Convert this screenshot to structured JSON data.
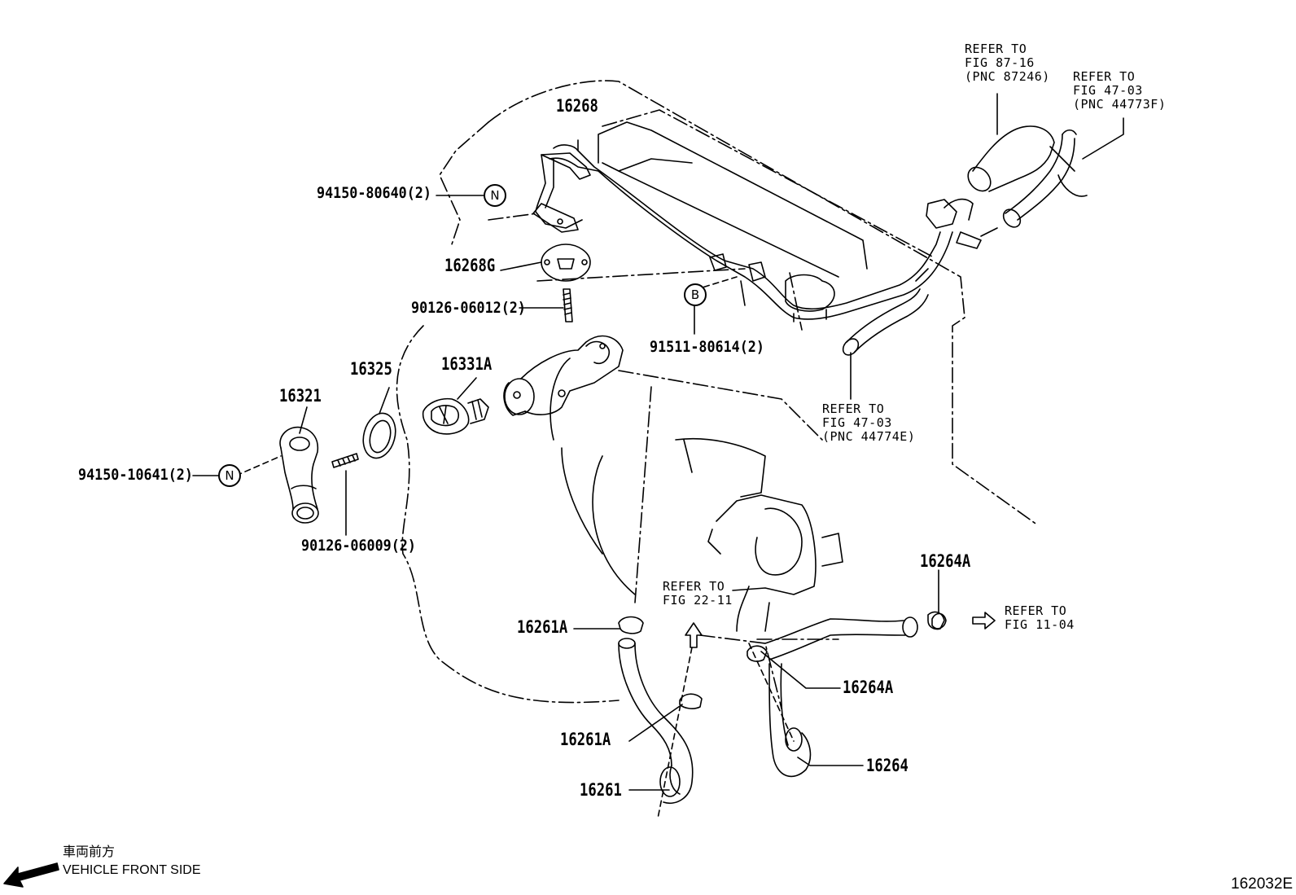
{
  "diagram": {
    "parts": {
      "p16268": "16268",
      "p94150_80640": "94150-80640(2)",
      "p16268G": "16268G",
      "p90126_06012": "90126-06012(2)",
      "p16325": "16325",
      "p16331A": "16331A",
      "p16321": "16321",
      "p94150_10641": "94150-10641(2)",
      "p90126_06009": "90126-06009(2)",
      "p91511_80614": "91511-80614(2)",
      "p16264A_top": "16264A",
      "p16261A_top": "16261A",
      "p16264A_mid": "16264A",
      "p16261A_low": "16261A",
      "p16264": "16264",
      "p16261": "16261"
    },
    "refs": {
      "fig87_16": [
        "REFER TO",
        "FIG 87-16",
        "(PNC 87246)"
      ],
      "fig47_03_a": [
        "REFER TO",
        "FIG 47-03",
        "(PNC 44773F)"
      ],
      "fig47_03_b": [
        "REFER TO",
        "FIG 47-03",
        "(PNC 44774E)"
      ],
      "fig22_11": [
        "REFER TO",
        "FIG 22-11"
      ],
      "fig11_04": [
        "REFER TO",
        "FIG 11-04"
      ]
    },
    "symbols": {
      "n1": "N",
      "n2": "N",
      "b": "B"
    },
    "orientation": {
      "jp": "車両前方",
      "en": "VEHICLE FRONT SIDE"
    },
    "figure_id": "162032E"
  }
}
